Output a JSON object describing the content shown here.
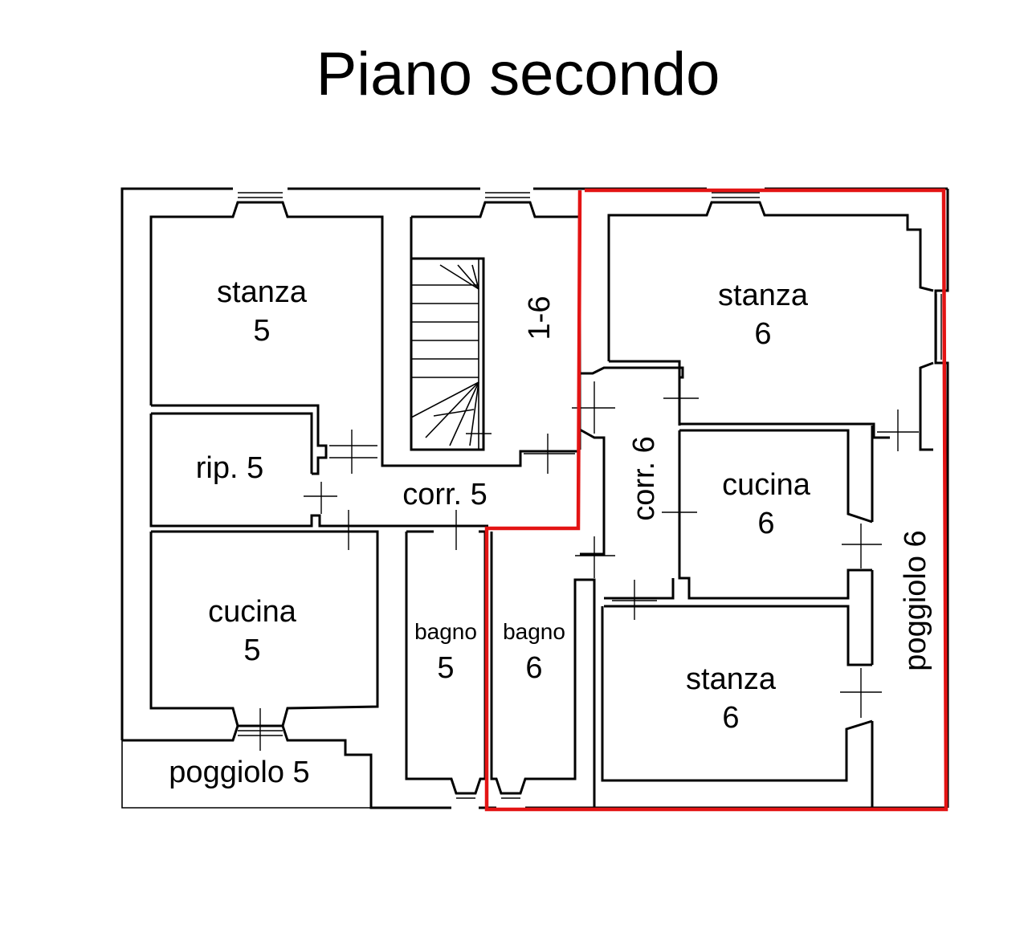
{
  "title": "Piano secondo",
  "highlight_color": "#e31414",
  "rooms": {
    "stanza5": {
      "name": "stanza",
      "num": "5"
    },
    "rip5": {
      "name": "rip. 5"
    },
    "cucina5": {
      "name": "cucina",
      "num": "5"
    },
    "poggiolo5": {
      "name": "poggiolo 5"
    },
    "stair": {
      "name": "1-6"
    },
    "corr5": {
      "name": "corr. 5"
    },
    "bagno5": {
      "name": "bagno",
      "num": "5"
    },
    "bagno6": {
      "name": "bagno",
      "num": "6"
    },
    "stanza6a": {
      "name": "stanza",
      "num": "6"
    },
    "corr6": {
      "name": "corr. 6"
    },
    "cucina6": {
      "name": "cucina",
      "num": "6"
    },
    "stanza6b": {
      "name": "stanza",
      "num": "6"
    },
    "poggiolo6": {
      "name": "poggiolo 6"
    }
  }
}
